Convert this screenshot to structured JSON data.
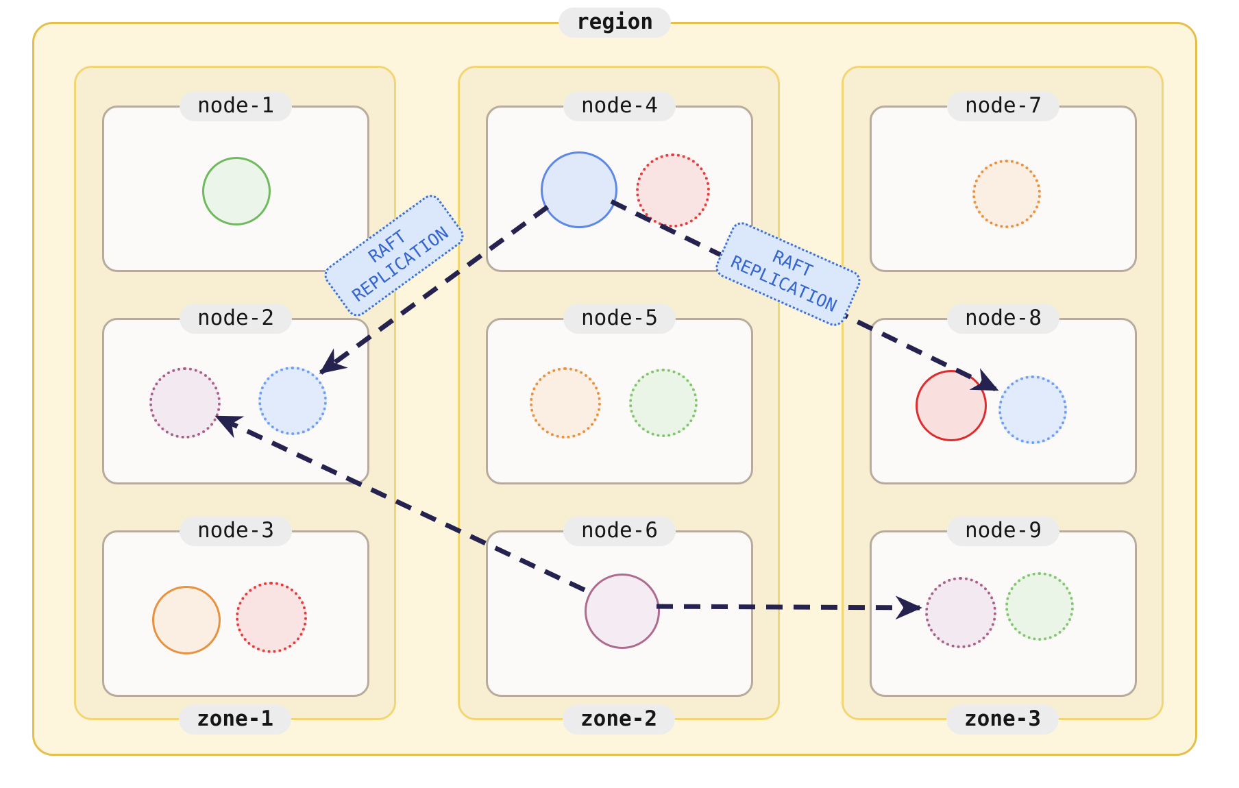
{
  "region": {
    "label": "region"
  },
  "zones": [
    {
      "label": "zone-1",
      "nodes": [
        {
          "label": "node-1",
          "replicas": [
            {
              "name": "green-range",
              "style": "solid",
              "stroke": "#6fb95e",
              "fill": "#ecf5e9"
            }
          ]
        },
        {
          "label": "node-2",
          "replicas": [
            {
              "name": "purple-range",
              "style": "dotted",
              "stroke": "#a86089",
              "fill": "#f3e9f0"
            },
            {
              "name": "blue-range",
              "style": "dotted",
              "stroke": "#6f9ff0",
              "fill": "#e1ebfc"
            }
          ]
        },
        {
          "label": "node-3",
          "replicas": [
            {
              "name": "orange-range",
              "style": "solid",
              "stroke": "#e8913f",
              "fill": "#faefe2"
            },
            {
              "name": "red-range",
              "style": "dotted",
              "stroke": "#e23d3d",
              "fill": "#fae3e3"
            }
          ]
        }
      ]
    },
    {
      "label": "zone-2",
      "nodes": [
        {
          "label": "node-4",
          "replicas": [
            {
              "name": "blue-range-leader",
              "style": "solid",
              "stroke": "#5d88e6",
              "fill": "#dfe9f9"
            },
            {
              "name": "red-range",
              "style": "dotted",
              "stroke": "#e23d3d",
              "fill": "#fae3e3"
            }
          ]
        },
        {
          "label": "node-5",
          "replicas": [
            {
              "name": "orange-range",
              "style": "dotted",
              "stroke": "#e8913f",
              "fill": "#faefe2"
            },
            {
              "name": "green-range",
              "style": "dotted",
              "stroke": "#83c46f",
              "fill": "#ebf5e7"
            }
          ]
        },
        {
          "label": "node-6",
          "replicas": [
            {
              "name": "purple-range",
              "style": "solid",
              "stroke": "#ad6b90",
              "fill": "#f5ecf3"
            }
          ]
        }
      ]
    },
    {
      "label": "zone-3",
      "nodes": [
        {
          "label": "node-7",
          "replicas": [
            {
              "name": "orange-range",
              "style": "dotted",
              "stroke": "#e8913f",
              "fill": "#faefe2"
            }
          ]
        },
        {
          "label": "node-8",
          "replicas": [
            {
              "name": "red-range",
              "style": "solid",
              "stroke": "#df2b2b",
              "fill": "#fadfdf"
            },
            {
              "name": "blue-range",
              "style": "dotted",
              "stroke": "#6f9ff0",
              "fill": "#e1ebfc"
            }
          ]
        },
        {
          "label": "node-9",
          "replicas": [
            {
              "name": "purple-range",
              "style": "dotted",
              "stroke": "#a86089",
              "fill": "#f3e9f0"
            },
            {
              "name": "green-range",
              "style": "dotted",
              "stroke": "#83c46f",
              "fill": "#ebf5e7"
            }
          ]
        }
      ]
    }
  ],
  "edges": [
    {
      "label": "RAFT REPLICATION",
      "from": "node-4",
      "to": "node-2"
    },
    {
      "label": "RAFT REPLICATION",
      "from": "node-4",
      "to": "node-8"
    },
    {
      "label": "",
      "from": "node-6",
      "to": "node-2"
    },
    {
      "label": "",
      "from": "node-6",
      "to": "node-9"
    }
  ],
  "colors": {
    "arrow": "#26224f",
    "region_fill": "#fdf6dd",
    "region_border": "#e6be4a",
    "zone_fill": "#f8efd3",
    "zone_border": "#f3d674",
    "node_fill": "#fbfaf8",
    "node_border": "#b9aa9e",
    "label_pill_bg": "#ececec",
    "raft_label_bg": "#dbe8fc",
    "raft_label_border": "#3e6ed0",
    "raft_label_text": "#3565cf"
  }
}
